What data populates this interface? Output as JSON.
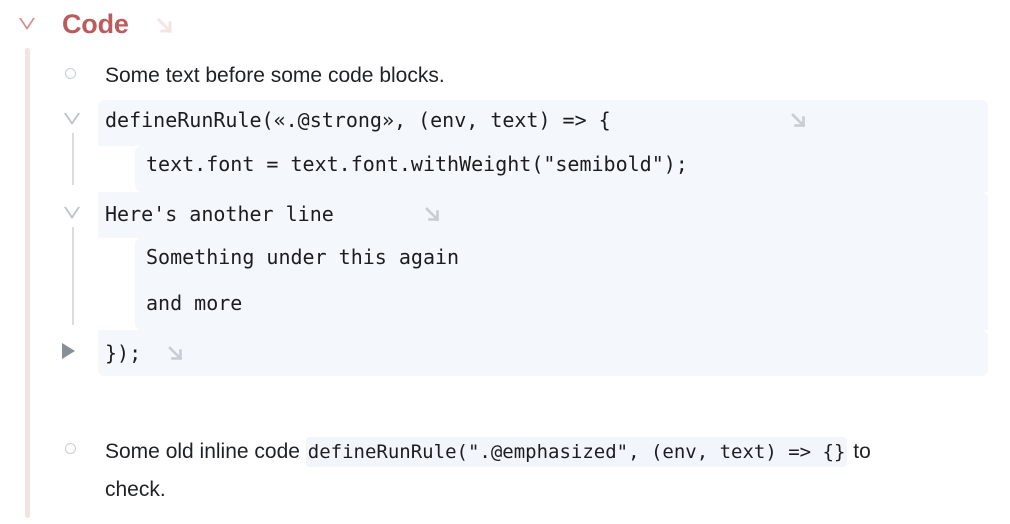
{
  "header": {
    "title": "Code",
    "toggle_icon": "triangle-down-icon",
    "link_icon": "corner-arrow-icon",
    "title_color": "#bb5c5c",
    "toggle_color": "#d28c8c"
  },
  "rail": {
    "color": "#f3e3e3"
  },
  "prose": {
    "intro": "Some text before some code blocks.",
    "intro_bullet": "circle-bullet-icon"
  },
  "code_block": {
    "background": "#f4f7fc",
    "lines": [
      {
        "text": "defineRunRule(«.@strong», (env, text) => {",
        "indent": 0,
        "marker": "triangle-down-icon",
        "has_arrow": true
      },
      {
        "text": "text.font = text.font.withWeight(\"semibold\");",
        "indent": 1,
        "marker": "guide-line",
        "has_arrow": false
      },
      {
        "text": "Here's another line",
        "indent": 0,
        "marker": "triangle-down-icon",
        "has_arrow": true
      },
      {
        "text": "Something under this again",
        "indent": 1,
        "marker": "guide-line",
        "has_arrow": false
      },
      {
        "text": "and more",
        "indent": 1,
        "marker": "guide-line",
        "has_arrow": false
      },
      {
        "text": "});",
        "indent": 0,
        "marker": "triangle-right-filled-icon",
        "has_arrow": true
      }
    ]
  },
  "inline_paragraph": {
    "bullet": "circle-bullet-icon",
    "before": "Some old inline code ",
    "code": "defineRunRule(\".@emphasized\", (env, text) => {}",
    "after": " to check.",
    "code_background": "#f2f5fb"
  }
}
